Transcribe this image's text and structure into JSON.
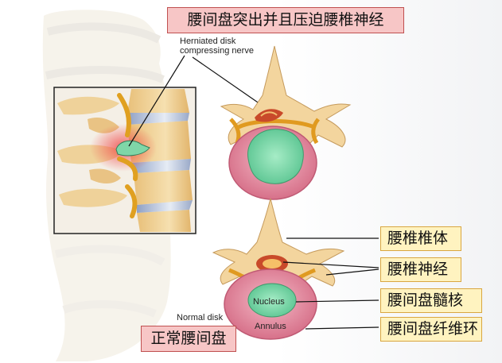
{
  "title": "腰间盘突出并且压迫腰椎神经",
  "herniated_label": [
    "Herniated disk",
    "compressing nerve"
  ],
  "normal_disk_label": "Normal disk",
  "nucleus_label": "Nucleus",
  "annulus_label": "Annulus",
  "normal_disc_title": "正常腰间盘",
  "callouts": [
    "腰椎椎体",
    "腰椎神经",
    "腰间盘髓核",
    "腰间盘纤维环"
  ],
  "colors": {
    "title_fill": "#f7c6c6",
    "title_border": "#c05050",
    "callout_fill": "#fff3c0",
    "callout_border": "#d9a640",
    "bone": "#f0d49a",
    "disc_annulus": "#e07f94",
    "disc_nucleus": "#7fd6a8",
    "nerve": "#e0a020"
  }
}
